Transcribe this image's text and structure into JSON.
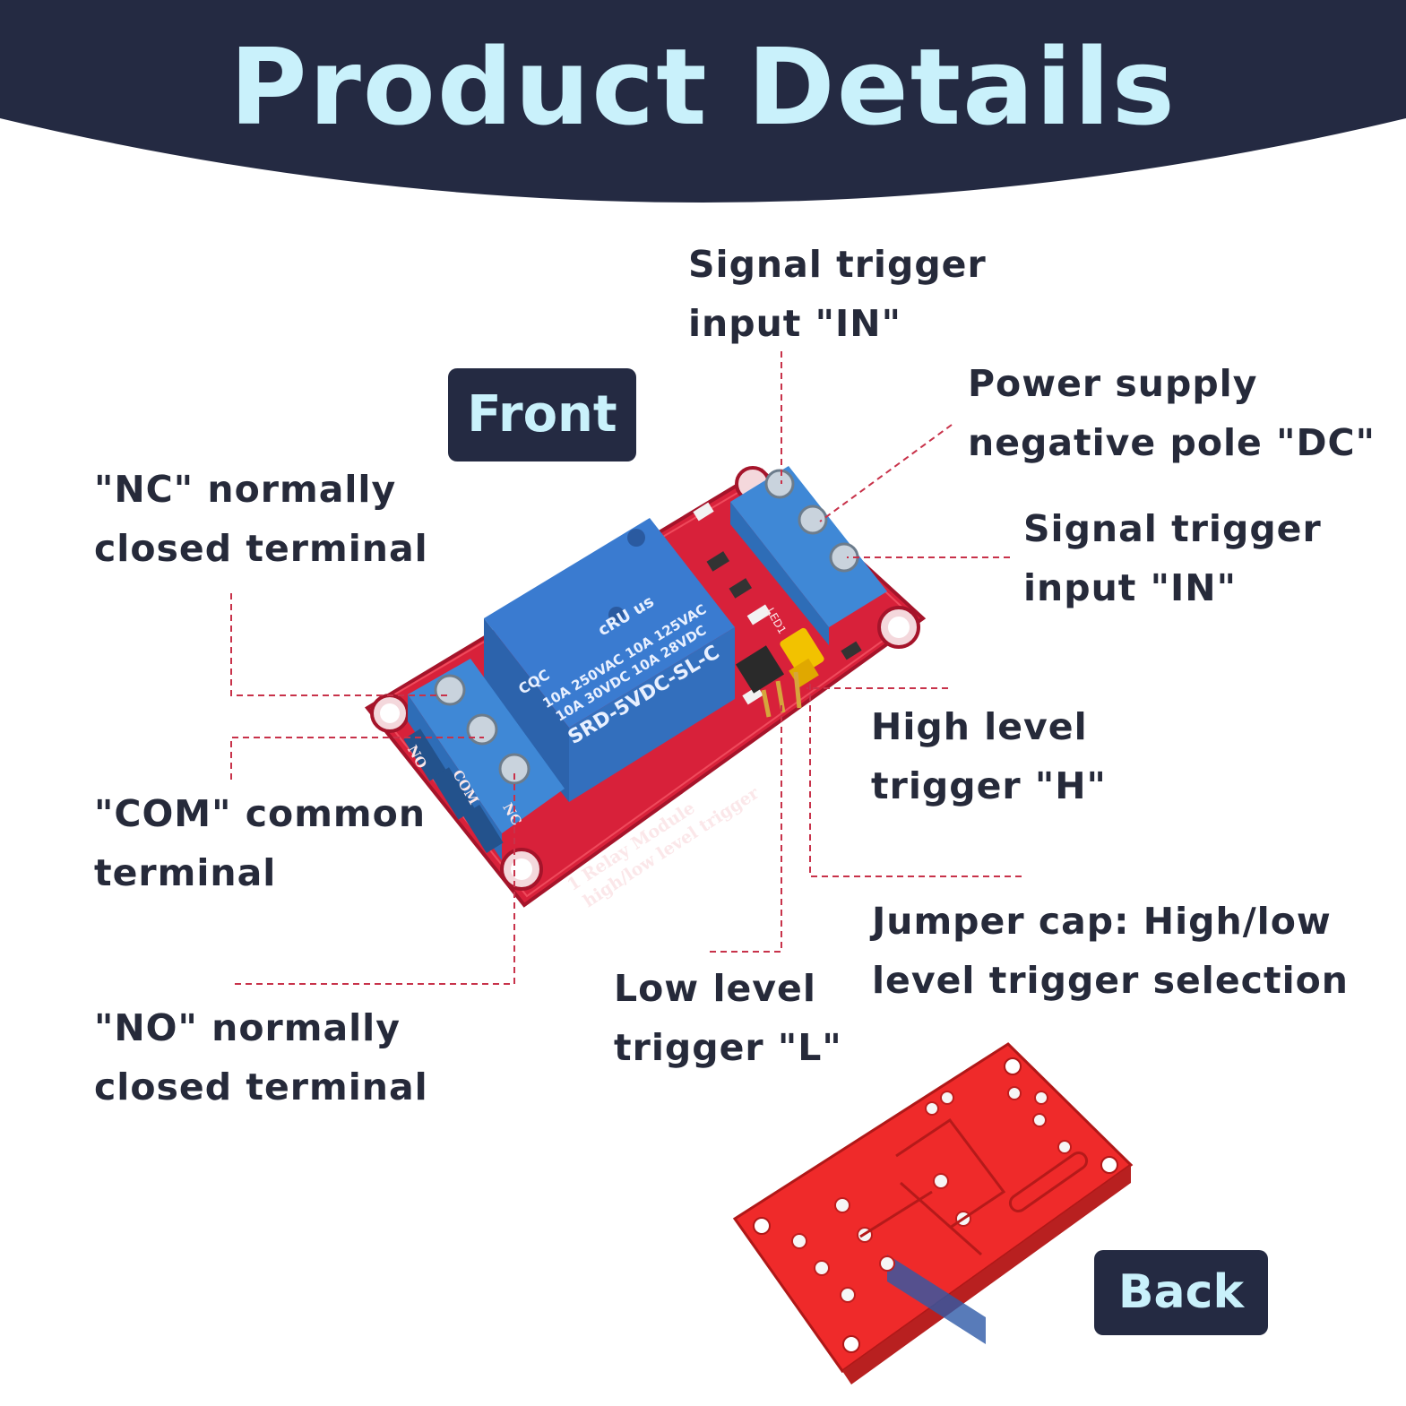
{
  "title": "Product Details",
  "badges": {
    "front": "Front",
    "back": "Back"
  },
  "colors": {
    "header_bg": "#242a42",
    "title_text": "#c9f1fb",
    "label_text": "#262a3a",
    "leader_line": "#c8324a",
    "pcb_red": "#d8213a",
    "relay_blue": "#3a7bd0",
    "terminal_blue": "#3f88d6",
    "jumper_yellow": "#f2c200"
  },
  "labels": {
    "signal_top": [
      "Signal trigger",
      "input \"IN\""
    ],
    "power_dc": [
      "Power supply",
      "negative pole \"DC\""
    ],
    "signal_right": [
      "Signal trigger",
      "input \"IN\""
    ],
    "nc": [
      "\"NC\" normally",
      "closed terminal"
    ],
    "com": [
      "\"COM\" common",
      "terminal"
    ],
    "no": [
      "\"NO\" normally",
      "closed terminal"
    ],
    "high": [
      "High level",
      "trigger \"H\""
    ],
    "jumper": [
      "Jumper cap: High/low",
      "level trigger selection"
    ],
    "low": [
      "Low level",
      "trigger \"L\""
    ]
  },
  "board_text": {
    "relay_model": "SRD-5VDC-SL-C",
    "relay_line1": "10A 250VAC 10A 125VAC",
    "relay_line2": "10A 30VDC 10A 28VDC",
    "cqc": "CQC",
    "ul": "cRU us",
    "pcb_line1": "1 Relay Module",
    "pcb_line2": "high/low level trigger",
    "term_no": "NO",
    "term_com": "COM",
    "term_nc": "NC",
    "led": "LED1"
  },
  "icons": [
    "front-relay-module-image",
    "back-relay-module-image",
    "screw-icon"
  ]
}
